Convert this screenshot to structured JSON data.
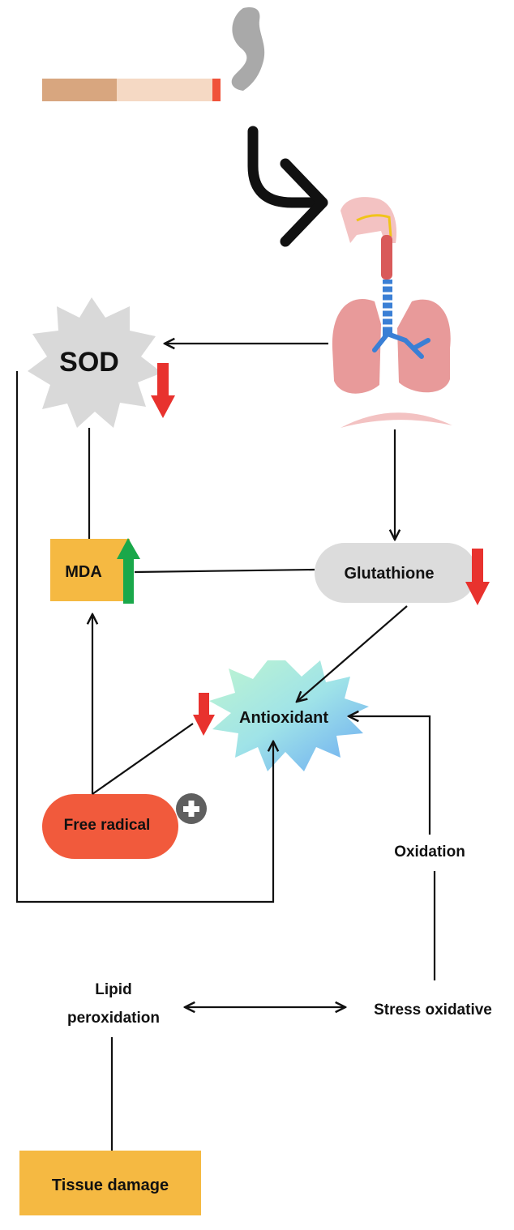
{
  "nodes": {
    "sod": "SOD",
    "mda": "MDA",
    "glutathione": "Glutathione",
    "antioxidant": "Antioxidant",
    "free_radical": "Free radical",
    "oxidation": "Oxidation",
    "lipid_peroxidation_line1": "Lipid",
    "lipid_peroxidation_line2": "peroxidation",
    "stress_oxidative": "Stress oxidative",
    "tissue_damage": "Tissue damage"
  },
  "indicators": {
    "sod": "decrease",
    "mda": "increase",
    "glutathione": "decrease",
    "antioxidant": "decrease",
    "free_radical": "plus"
  },
  "colors": {
    "down_arrow": "#e8322e",
    "up_arrow": "#1aa84a",
    "mda_box": "#f5b942",
    "tissue_box": "#f5b942",
    "glutathione_pill": "#dcdcdc",
    "free_radical_pill": "#f15a3c",
    "sod_star": "#d9d9d9",
    "lungs": "#e89a9a",
    "trachea": "#3a7fd5"
  },
  "icons": {
    "cigarette": "cigarette-icon",
    "respiratory": "respiratory-system-icon",
    "curved_arrow": "curved-arrow-icon"
  }
}
